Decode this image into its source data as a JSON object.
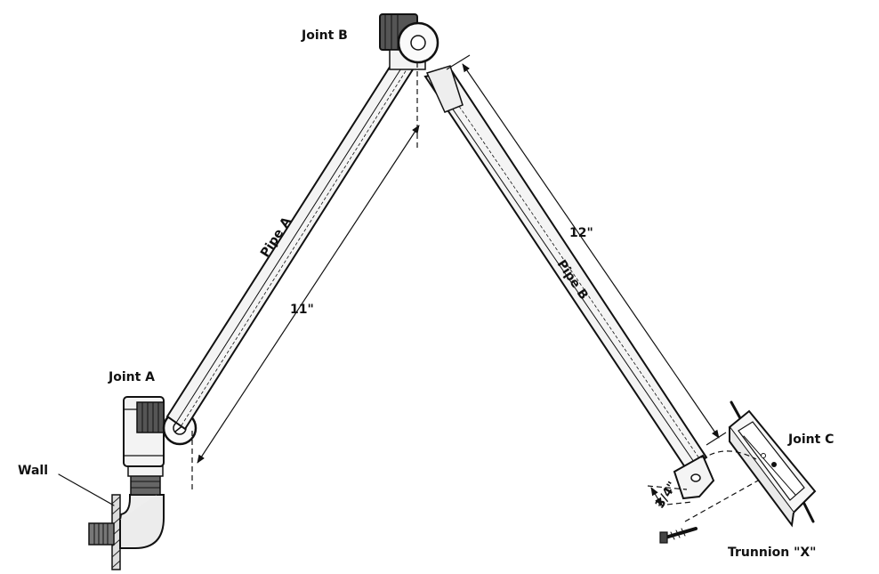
{
  "labels": {
    "joint_b": "Joint B",
    "joint_a": "Joint A",
    "joint_c": "Joint C",
    "wall": "Wall",
    "trunnion": "Trunnion \"X\"",
    "pipe_a": "Pipe A",
    "pipe_b": "Pipe B",
    "dim_pipe_a": "11\"",
    "dim_pipe_b": "12\"",
    "dim_small": "3/4\""
  }
}
